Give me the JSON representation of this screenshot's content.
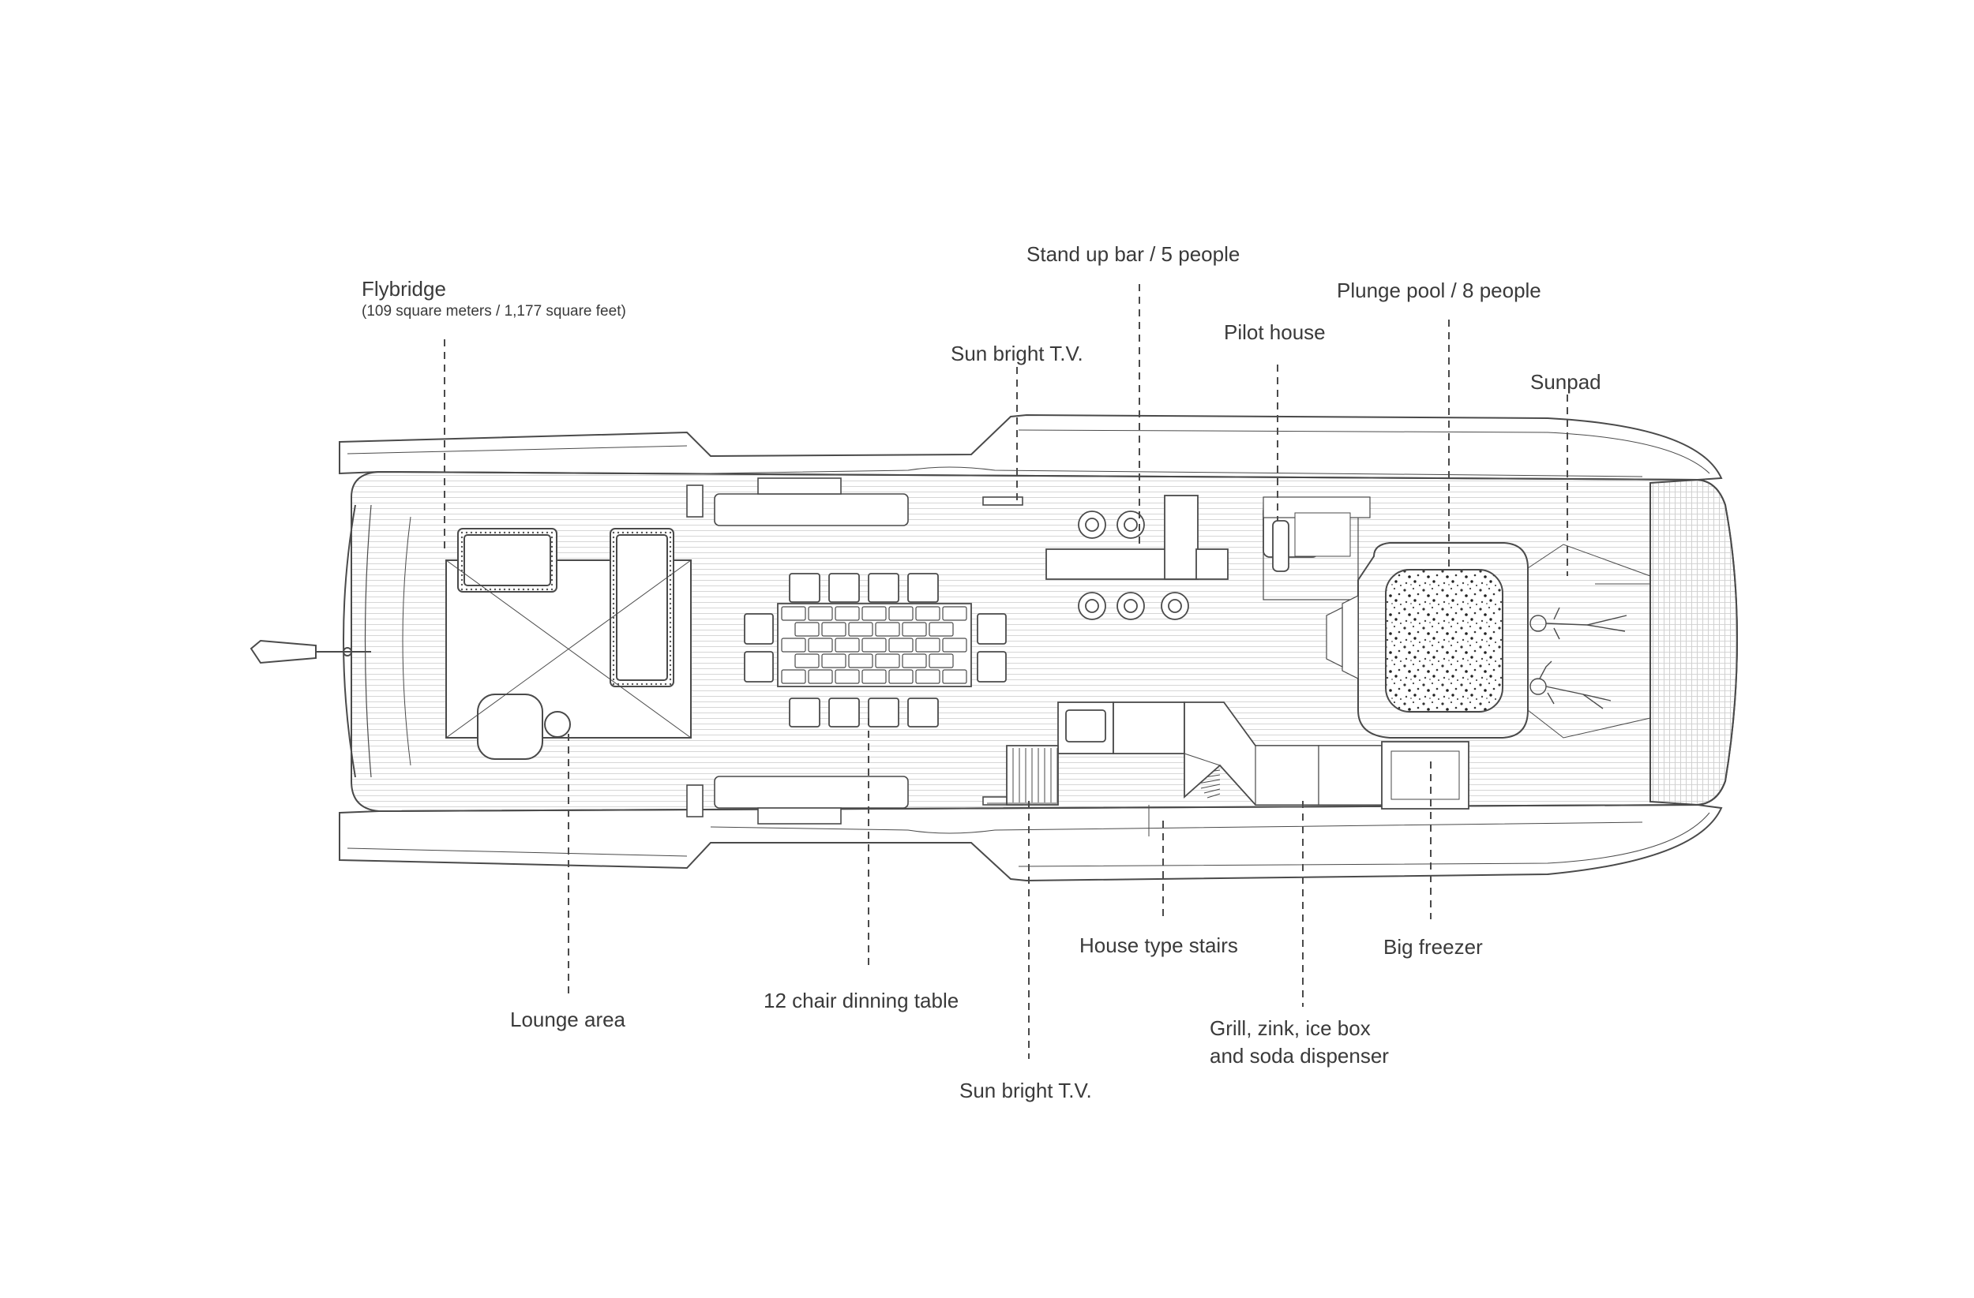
{
  "labels": {
    "flybridge": "Flybridge",
    "flybridge_area": "(109 square meters / 1,177 square feet)",
    "stand_up_bar": "Stand up bar / 5 people",
    "plunge_pool": "Plunge pool / 8 people",
    "pilot_house": "Pilot house",
    "sun_tv_top": "Sun bright T.V.",
    "sunpad": "Sunpad",
    "lounge": "Lounge area",
    "dining": "12 chair dinning table",
    "stairs": "House type stairs",
    "freezer": "Big freezer",
    "grill_line1": "Grill, zink, ice box",
    "grill_line2": "and soda dispenser",
    "sun_tv_bottom": "Sun bright T.V."
  },
  "style": {
    "line_color": "#4a4a4a",
    "text_color": "#3a3a3a",
    "background": "#ffffff"
  }
}
